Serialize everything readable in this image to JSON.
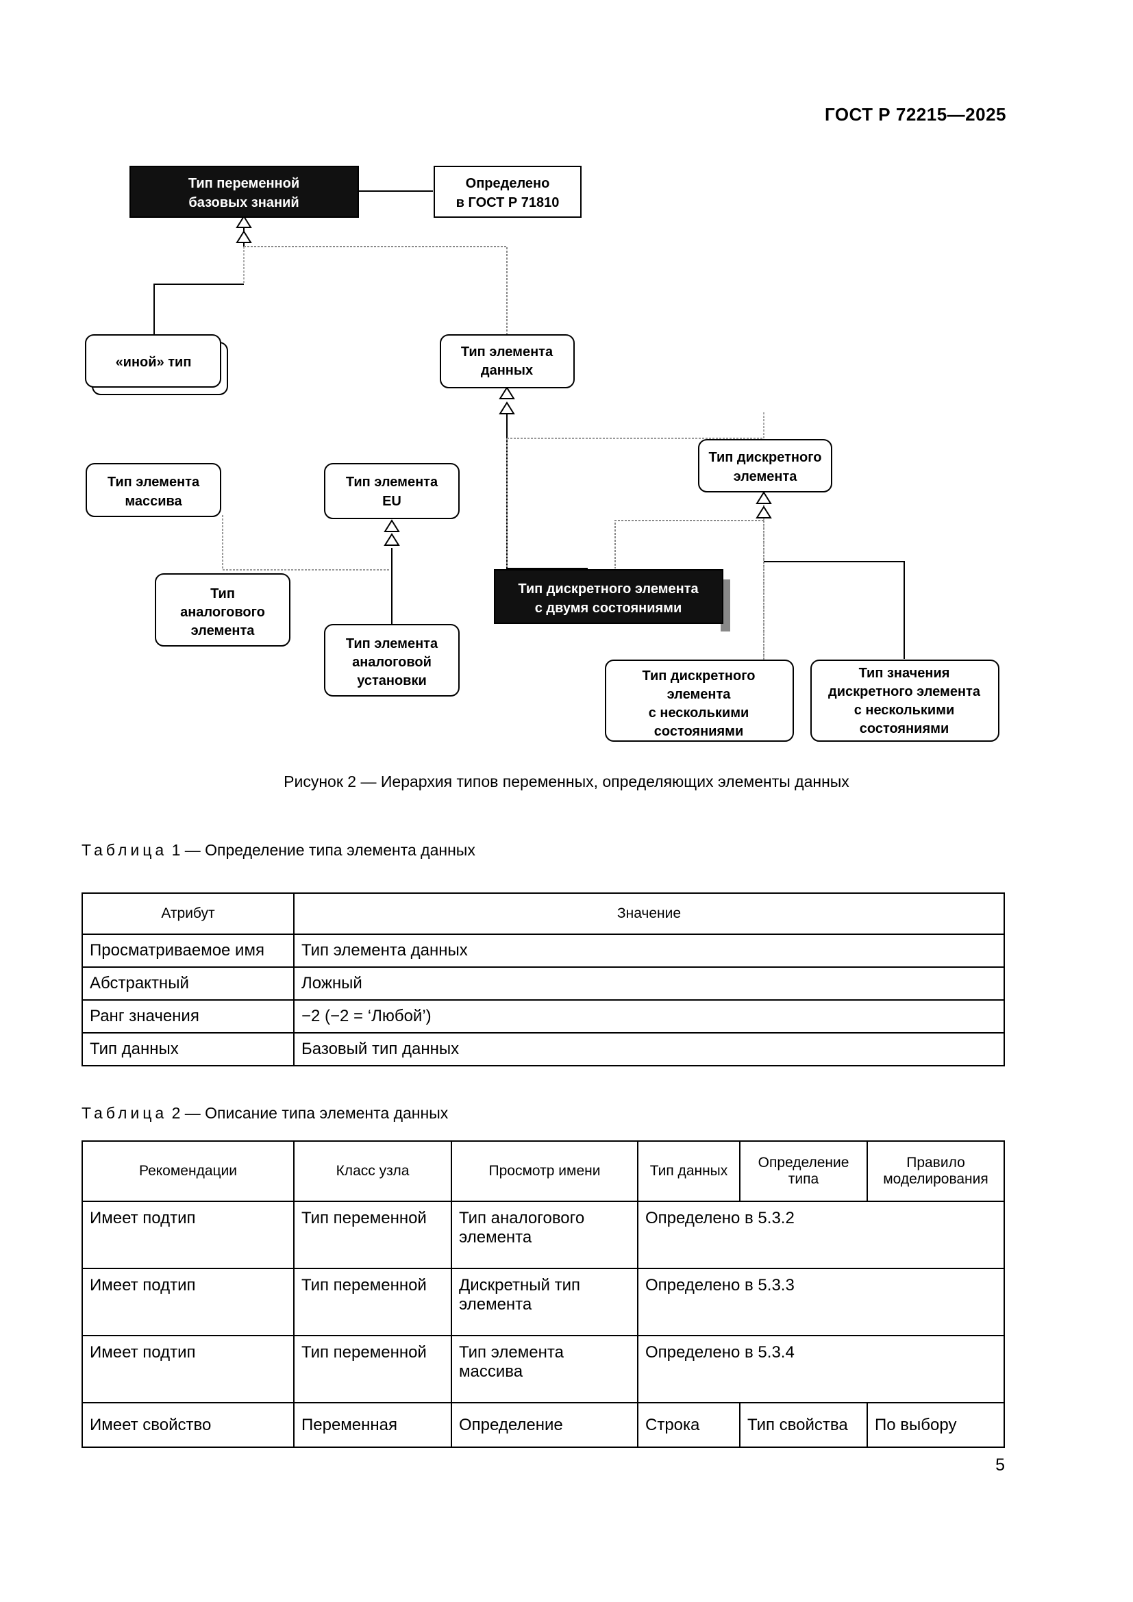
{
  "header": {
    "standard": "ГОСТ Р 72215—2025"
  },
  "figure": {
    "nodes": {
      "base_var_type": [
        "Тип переменной",
        "базовых знаний"
      ],
      "defined_in": [
        "Определено",
        "в ГОСТ Р 71810"
      ],
      "other_type": [
        "«иной» тип"
      ],
      "data_item_type": [
        "Тип элемента",
        "данных"
      ],
      "discrete_item_type": [
        "Тип дискретного",
        "элемента"
      ],
      "array_item_type": [
        "Тип элемента",
        "массива"
      ],
      "eu_item_type": [
        "Тип элемента",
        "EU"
      ],
      "analog_item_type": [
        "Тип",
        "аналогового",
        "элемента"
      ],
      "analog_setpoint_type": [
        "Тип элемента",
        "аналоговой",
        "установки"
      ],
      "two_state_discrete_type": [
        "Тип дискретного элемента",
        "с двумя состояниями"
      ],
      "multi_state_discrete_type": [
        "Тип дискретного",
        "элемента",
        "с несколькими",
        "состояниями"
      ],
      "multi_state_value_discrete_type": [
        "Тип значения",
        "дискретного элемента",
        "с несколькими",
        "состояниями"
      ]
    },
    "caption": "Рисунок 2 — Иерархия типов переменных, определяющих элементы данных"
  },
  "table1": {
    "label": "Таблица",
    "caption": "1 — Определение типа элемента данных",
    "headers": [
      "Атрибут",
      "Значение"
    ],
    "rows": [
      [
        "Просматриваемое имя",
        "Тип элемента данных"
      ],
      [
        "Абстрактный",
        "Ложный"
      ],
      [
        "Ранг значения",
        "−2 (−2 = ‘Любой’)"
      ],
      [
        "Тип данных",
        "Базовый тип данных"
      ]
    ]
  },
  "table2": {
    "label": "Таблица",
    "caption": "2 — Описание типа элемента данных",
    "headers": [
      "Рекомендации",
      "Класс узла",
      "Просмотр имени",
      "Тип данных",
      "Определение типа",
      "Правило моделирования"
    ],
    "rows": [
      [
        "Имеет подтип",
        "Тип переменной",
        "Тип аналогового элемента",
        "Определено в 5.3.2"
      ],
      [
        "Имеет подтип",
        "Тип переменной",
        "Дискретный тип элемента",
        "Определено в 5.3.3"
      ],
      [
        "Имеет подтип",
        "Тип переменной",
        "Тип элемента массива",
        "Определено в 5.3.4"
      ],
      [
        "Имеет свойство",
        "Переменная",
        "Определение",
        "Строка",
        "Тип свойства",
        "По выбору"
      ]
    ]
  },
  "page_number": "5"
}
